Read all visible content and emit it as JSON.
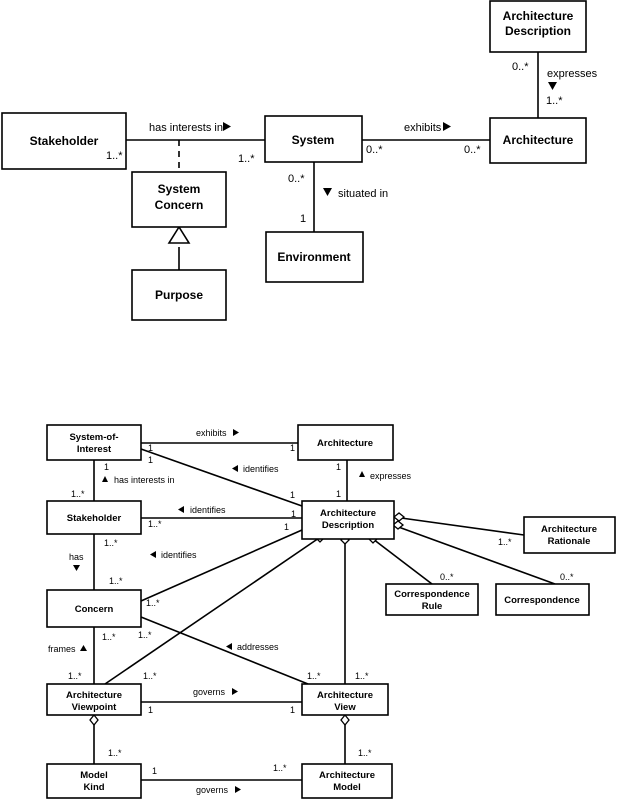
{
  "diagram1": {
    "boxes": {
      "stakeholder": "Stakeholder",
      "system": "System",
      "architecture": "Architecture",
      "arch_description": [
        "Architecture",
        "Description"
      ],
      "system_concern": [
        "System",
        "Concern"
      ],
      "environment": "Environment",
      "purpose": "Purpose"
    },
    "relations": {
      "has_interests_in": "has interests in",
      "exhibits": "exhibits",
      "expresses": "expresses",
      "situated_in": "situated in"
    },
    "multiplicities": {
      "stakeholder_system_left": "1..*",
      "stakeholder_system_right": "1..*",
      "system_architecture_left": "0..*",
      "system_architecture_right": "0..*",
      "ad_top": "0..*",
      "arch_bottom": "1..*",
      "system_env_top": "0..*",
      "system_env_bottom": "1"
    }
  },
  "diagram2": {
    "boxes": {
      "soi": [
        "System-of-",
        "Interest"
      ],
      "architecture": "Architecture",
      "stakeholder": "Stakeholder",
      "arch_description": [
        "Architecture",
        "Description"
      ],
      "arch_rationale": [
        "Architecture",
        "Rationale"
      ],
      "concern": "Concern",
      "correspondence_rule": [
        "Correspondence",
        "Rule"
      ],
      "correspondence": "Correspondence",
      "arch_viewpoint": [
        "Architecture",
        "Viewpoint"
      ],
      "arch_view": [
        "Architecture",
        "View"
      ],
      "model_kind": [
        "Model",
        "Kind"
      ],
      "arch_model": [
        "Architecture",
        "Model"
      ]
    },
    "relations": {
      "exhibits": "exhibits",
      "identifies": "identifies",
      "expresses": "expresses",
      "has_interests_in": "has interests in",
      "has": "has",
      "frames": "frames",
      "addresses": "addresses",
      "governs": "governs"
    },
    "multiplicities": {
      "one": "1",
      "one_many": "1..*",
      "zero_many": "0..*"
    }
  }
}
